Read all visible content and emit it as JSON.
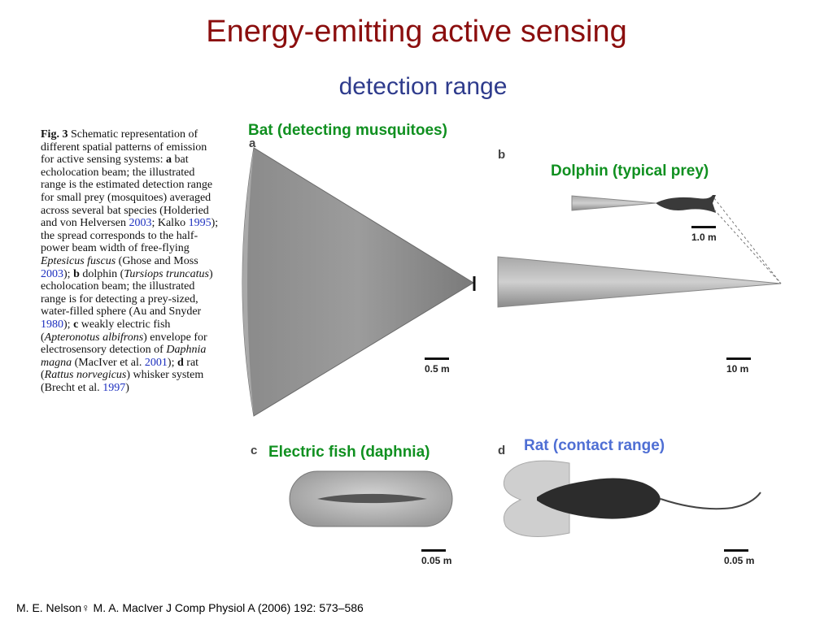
{
  "title": "Energy-emitting active sensing",
  "subtitle": "detection range",
  "caption": {
    "heading": "Fig. 3",
    "text_1": " Schematic representation of different spatial patterns of emission for active sensing systems: ",
    "a": "a",
    "text_2": " bat echolocation beam; the illustrated range is the estimated detection range for small prey (mosquitoes) averaged across several bat species (Holderied and von Helversen ",
    "ref_1": "2003",
    "text_3": "; Kalko ",
    "ref_2": "1995",
    "text_4": "); the spread corresponds to the half-power beam width of free-flying ",
    "species_1": "Eptesicus fuscus",
    "text_5": " (Ghose and Moss ",
    "ref_3": "2003",
    "text_6": "); ",
    "b": "b",
    "text_7": " dolphin (",
    "species_2": "Tursiops truncatus",
    "text_8": ") echolocation beam; the illustrated range is for detecting a prey-sized, water-filled sphere (Au and Snyder ",
    "ref_4": "1980",
    "text_9": "); ",
    "c": "c",
    "text_10": " weakly electric fish (",
    "species_3": "Apteronotus albifrons",
    "text_11": ") envelope for electrosensory detection of ",
    "species_4": "Daphnia magna",
    "text_12": " (MacIver et al. ",
    "ref_5": "2001",
    "text_13": "); ",
    "d": "d",
    "text_14": " rat (",
    "species_5": "Rattus norvegicus",
    "text_15": ") whisker system (Brecht et al. ",
    "ref_6": "1997",
    "text_16": ")"
  },
  "panels": {
    "a": {
      "letter": "a",
      "label": "Bat (detecting musquitoes)",
      "scale": "0.5 m"
    },
    "b": {
      "letter": "b",
      "label": "Dolphin (typical prey)",
      "scale_inset": "1.0 m",
      "scale": "10 m"
    },
    "c": {
      "letter": "c",
      "label": "Electric fish (daphnia)",
      "scale": "0.05 m"
    },
    "d": {
      "letter": "d",
      "label": "Rat (contact range)",
      "scale": "0.05 m"
    }
  },
  "colors": {
    "title": "#8b0e0e",
    "subtitle": "#2e3b8c",
    "label_green": "#109020",
    "label_blue": "#4f6fd4"
  },
  "footer": "M. E. Nelson♀ M. A. MacIver  J Comp Physiol A (2006) 192: 573–586"
}
